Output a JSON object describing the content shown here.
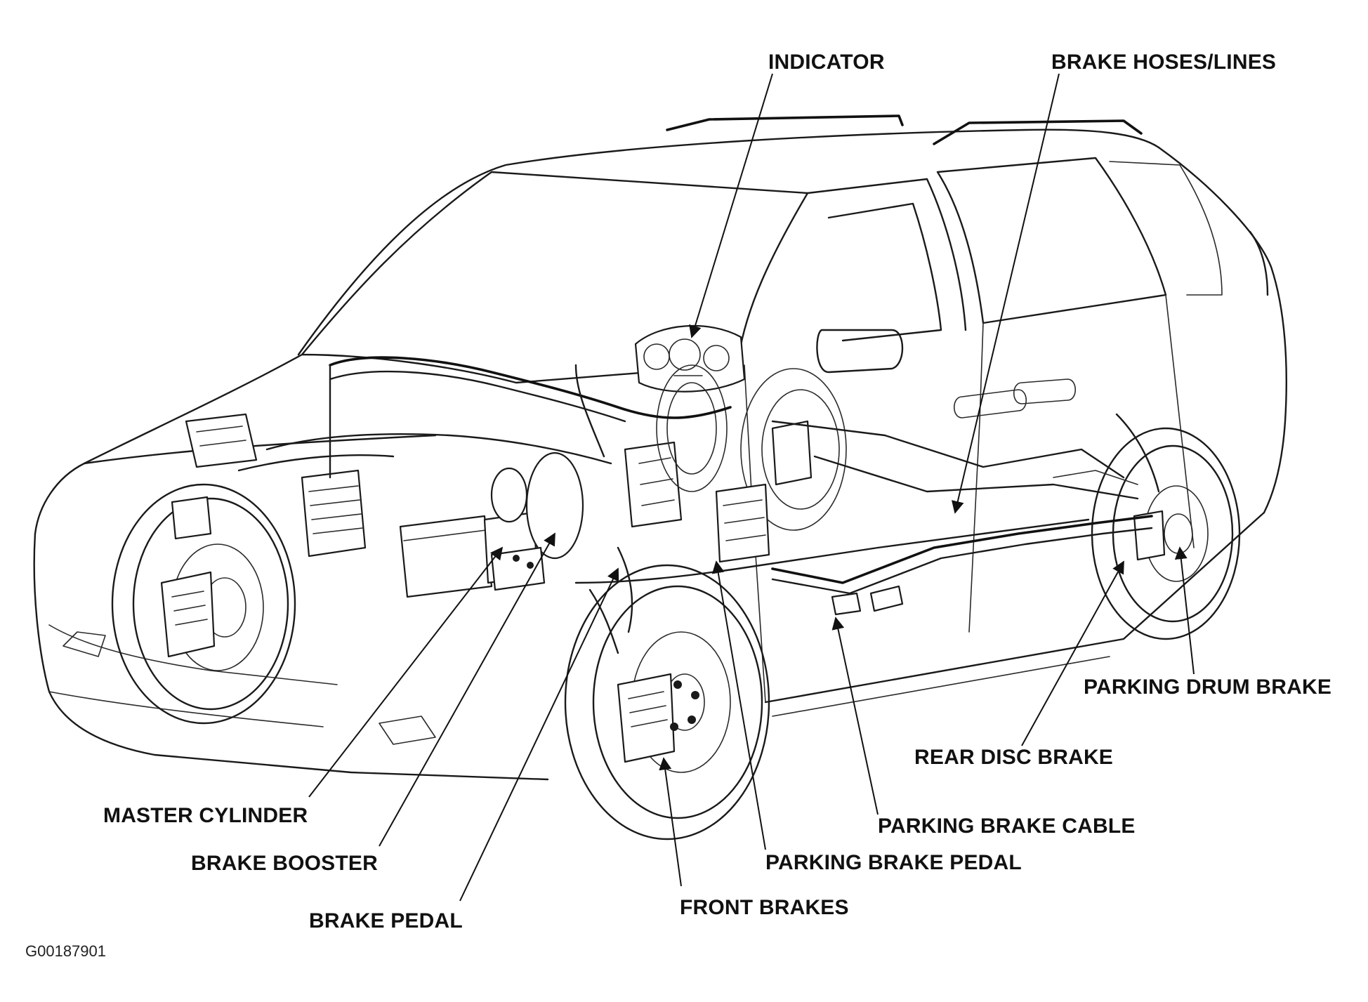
{
  "callouts": {
    "indicator": "INDICATOR",
    "brake_hoses_lines": "BRAKE HOSES/LINES",
    "parking_drum_brake": "PARKING DRUM BRAKE",
    "rear_disc_brake": "REAR DISC BRAKE",
    "parking_brake_cable": "PARKING BRAKE CABLE",
    "parking_brake_pedal": "PARKING BRAKE PEDAL",
    "front_brakes": "FRONT BRAKES",
    "master_cylinder": "MASTER CYLINDER",
    "brake_booster": "BRAKE BOOSTER",
    "brake_pedal": "BRAKE PEDAL"
  },
  "figure_id": "G00187901"
}
